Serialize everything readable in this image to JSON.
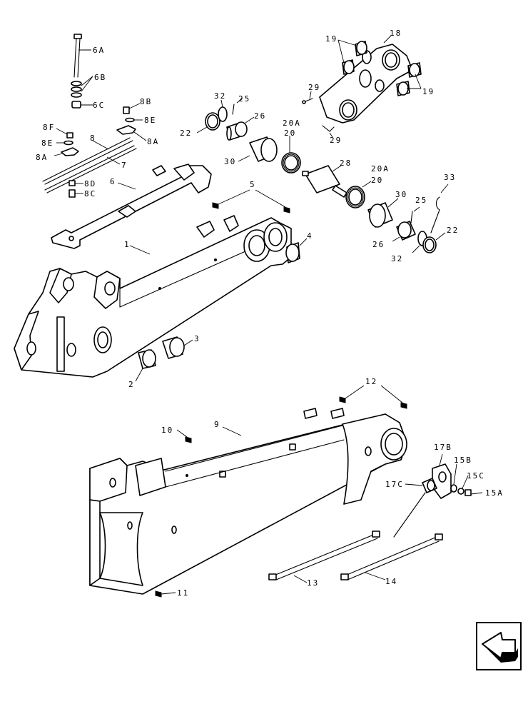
{
  "colors": {
    "line": "#000000",
    "background": "#ffffff"
  },
  "callouts": {
    "c6A": "6A",
    "c6B": "6B",
    "c6C": "6C",
    "c8B": "8B",
    "c8E_r": "8E",
    "c8A_r": "8A",
    "c8F": "8F",
    "c8E_l": "8E",
    "c8A_l": "8A",
    "c8": "8",
    "c7": "7",
    "c8D": "8D",
    "c8C": "8C",
    "c6": "6",
    "c5": "5",
    "c1": "1",
    "c4": "4",
    "c3": "3",
    "c2": "2",
    "c32a": "32",
    "c25a": "25",
    "c26a": "26",
    "c22a": "22",
    "c20Aa": "20A",
    "c20a": "20",
    "c30a": "30",
    "c29a": "29",
    "c29b": "29",
    "c28": "28",
    "c20Ab": "20A",
    "c20b": "20",
    "c30b": "30",
    "c25b": "25",
    "c33": "33",
    "c22b": "22",
    "c26b": "26",
    "c32b": "32",
    "c19a": "19",
    "c18": "18",
    "c19b": "19",
    "c12": "12",
    "c10": "10",
    "c9": "9",
    "c11": "11",
    "c17B": "17B",
    "c15B": "15B",
    "c15C": "15C",
    "c17C": "17C",
    "c15A": "15A",
    "c13": "13",
    "c14": "14"
  },
  "nav": {
    "icon": "previous-page-arrow-icon"
  }
}
